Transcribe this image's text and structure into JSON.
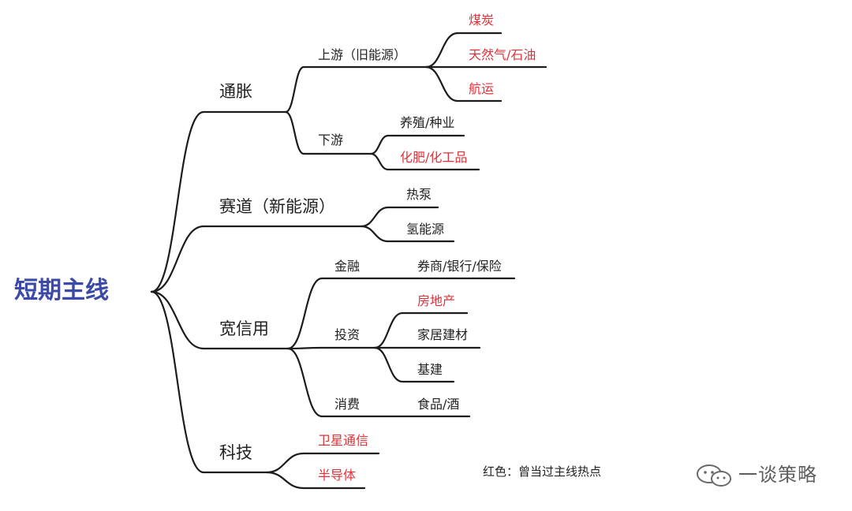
{
  "colors": {
    "root": "#3b4aa8",
    "hot": "#e0323a",
    "normal": "#222222",
    "line": "#1c1c1c"
  },
  "root": {
    "label": "短期主线"
  },
  "branches": [
    {
      "label": "通胀",
      "children": [
        {
          "label": "上游（旧能源）",
          "children": [
            {
              "label": "煤炭",
              "hot": true
            },
            {
              "label": "天然气/石油",
              "hot": true
            },
            {
              "label": "航运",
              "hot": true
            }
          ]
        },
        {
          "label": "下游",
          "children": [
            {
              "label": "养殖/种业",
              "hot": false
            },
            {
              "label": "化肥/化工品",
              "hot": true
            }
          ]
        }
      ]
    },
    {
      "label": "赛道（新能源）",
      "children": [
        {
          "label": "热泵",
          "hot": false
        },
        {
          "label": "氢能源",
          "hot": false
        }
      ]
    },
    {
      "label": "宽信用",
      "children": [
        {
          "label": "金融",
          "children": [
            {
              "label": "券商/银行/保险",
              "hot": false
            }
          ]
        },
        {
          "label": "投资",
          "children": [
            {
              "label": "房地产",
              "hot": true
            },
            {
              "label": "家居建材",
              "hot": false
            },
            {
              "label": "基建",
              "hot": false
            }
          ]
        },
        {
          "label": "消费",
          "children": [
            {
              "label": "食品/酒",
              "hot": false
            }
          ]
        }
      ]
    },
    {
      "label": "科技",
      "children": [
        {
          "label": "卫星通信",
          "hot": true
        },
        {
          "label": "半导体",
          "hot": true
        }
      ]
    }
  ],
  "legend": {
    "text": "红色：曾当过主线热点"
  },
  "watermark": {
    "text": "一谈策略",
    "icon": "wechat-icon"
  }
}
